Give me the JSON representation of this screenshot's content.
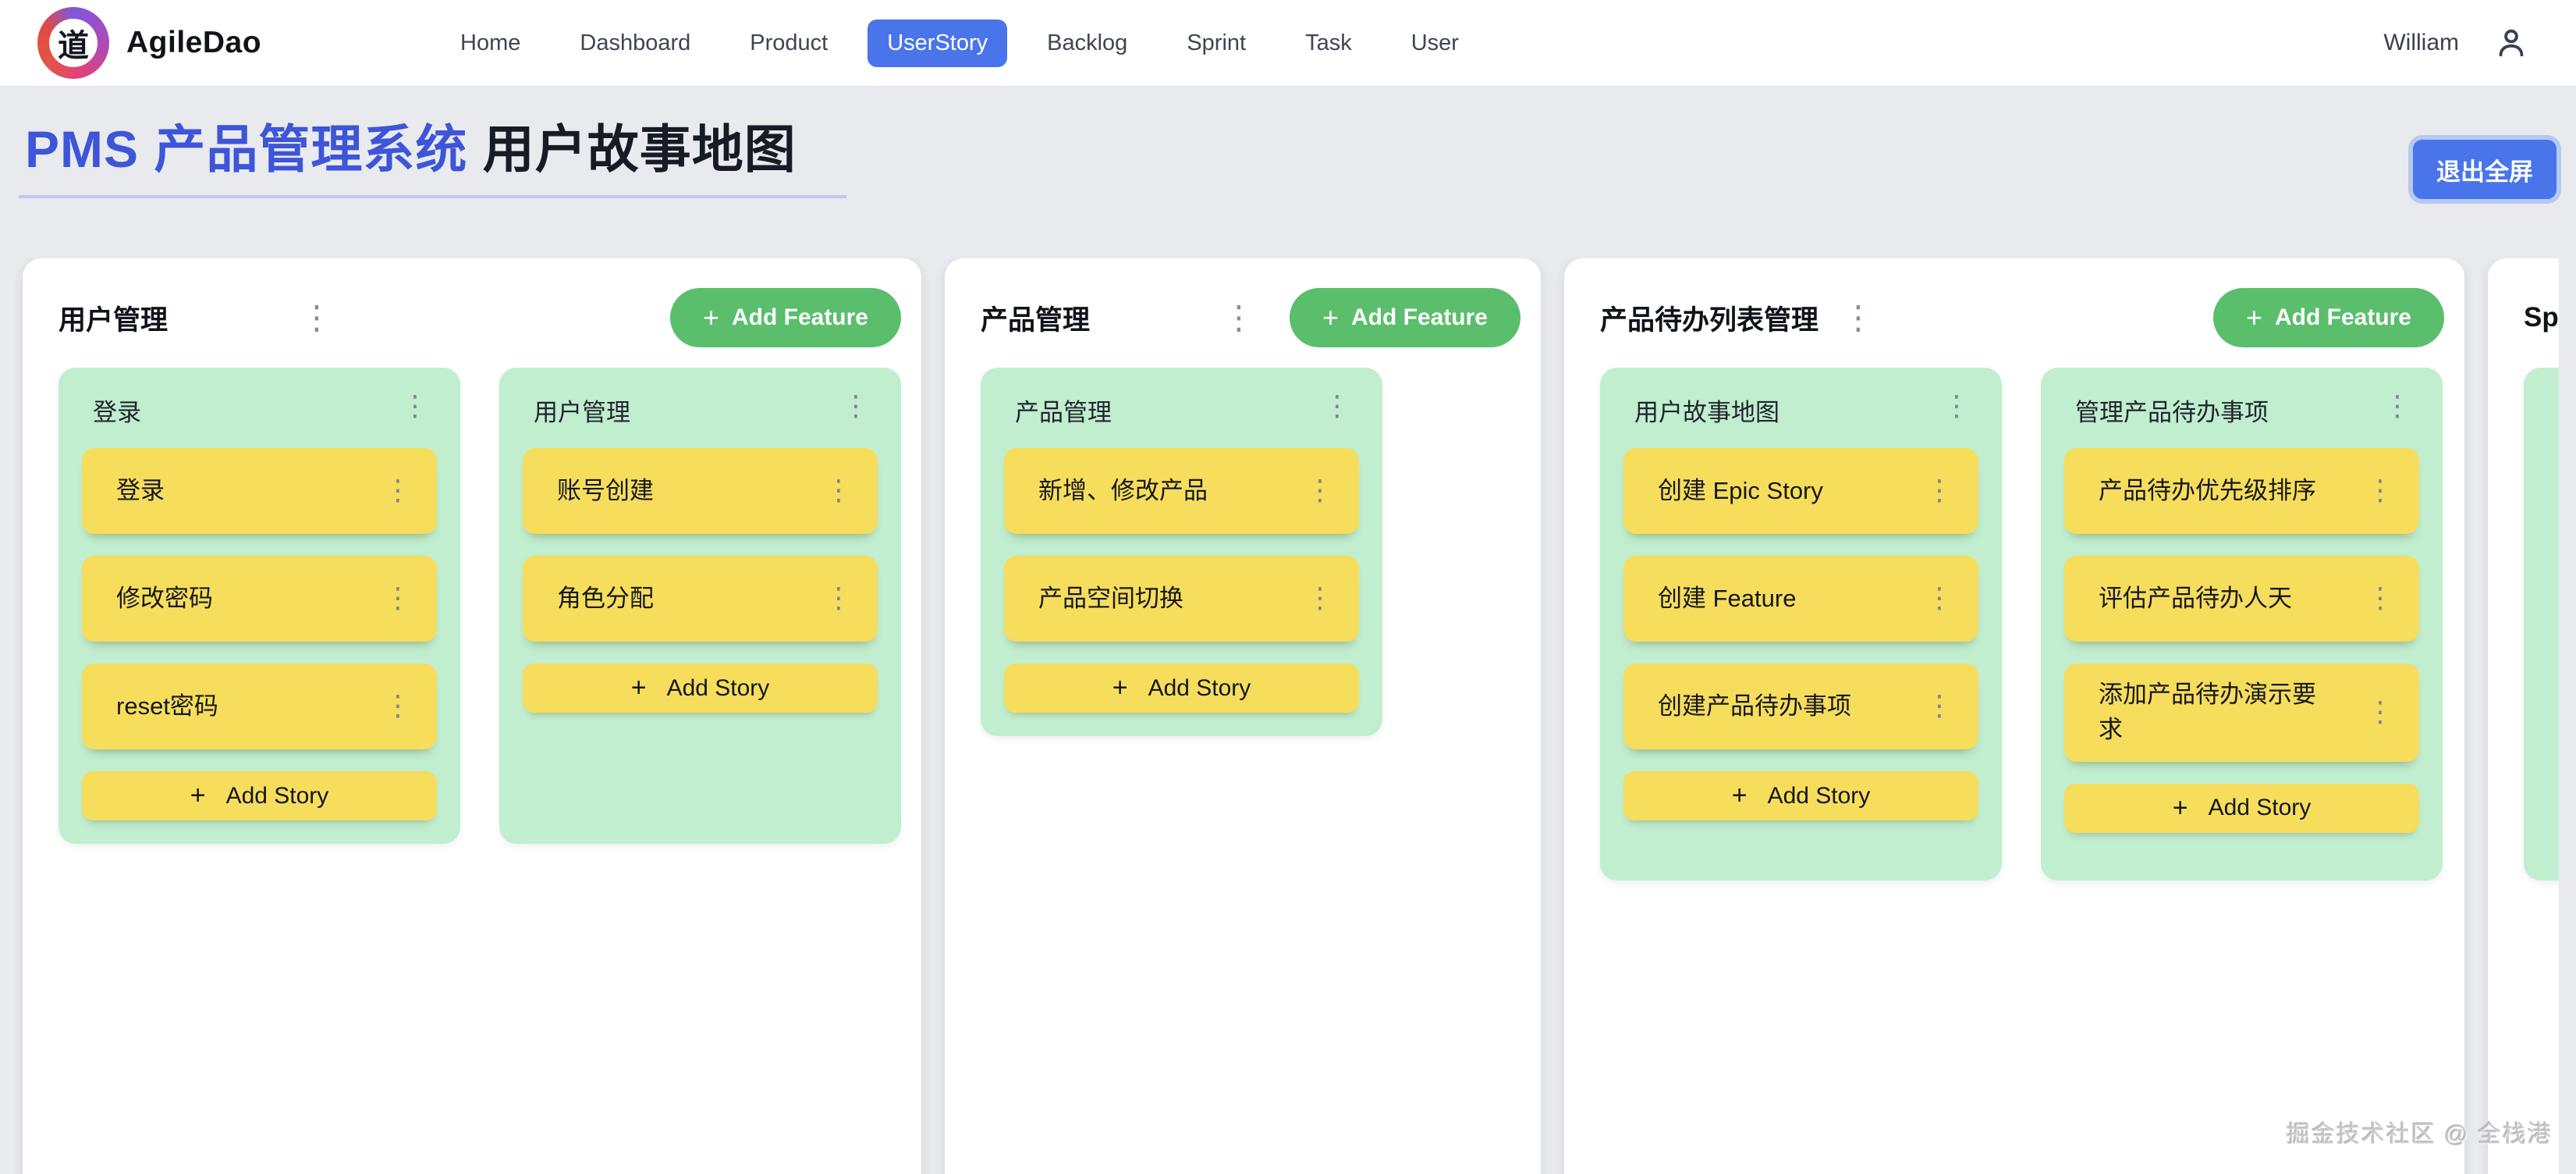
{
  "navbar": {
    "logo_char": "道",
    "brand": "AgileDao",
    "items": [
      {
        "label": "Home",
        "active": false
      },
      {
        "label": "Dashboard",
        "active": false
      },
      {
        "label": "Product",
        "active": false
      },
      {
        "label": "UserStory",
        "active": true
      },
      {
        "label": "Backlog",
        "active": false
      },
      {
        "label": "Sprint",
        "active": false
      },
      {
        "label": "Task",
        "active": false
      },
      {
        "label": "User",
        "active": false
      }
    ],
    "user": "William"
  },
  "hero": {
    "title_primary": "PMS 产品管理系统",
    "title_secondary": "用户故事地图",
    "exit_fullscreen_label": "退出全屏"
  },
  "board": {
    "plus_sign": "+",
    "add_feature_label": "Add Feature",
    "add_story_label": "Add Story",
    "epics": [
      {
        "title": "用户管理",
        "features": [
          {
            "title": "登录",
            "stories": [
              "登录",
              "修改密码",
              "reset密码"
            ]
          },
          {
            "title": "用户管理",
            "stories": [
              "账号创建",
              "角色分配"
            ]
          }
        ]
      },
      {
        "title": "产品管理",
        "features": [
          {
            "title": "产品管理",
            "stories": [
              "新增、修改产品",
              "产品空间切换"
            ]
          }
        ]
      },
      {
        "title": "产品待办列表管理",
        "features": [
          {
            "title": "用户故事地图",
            "stories": [
              "创建 Epic Story",
              "创建 Feature",
              "创建产品待办事项"
            ]
          },
          {
            "title": "管理产品待办事项",
            "stories": [
              "产品待办优先级排序",
              "评估产品待办人天",
              "添加产品待办演示要求"
            ]
          }
        ]
      },
      {
        "title": "Sp",
        "features": [
          {
            "title": "",
            "stories": []
          }
        ]
      }
    ]
  },
  "watermark": "掘金技术社区 @ 全栈港",
  "colors": {
    "page_background": "#e9eaee",
    "navbar_background": "#ffffff",
    "accent_blue": "#4a74e9",
    "title_blue": "#3d55d8",
    "underline_blue": "#bdc9f0",
    "add_feature_green": "#5abe6c",
    "feature_group_mint": "#c0eecf",
    "story_yellow": "#f6dd5c",
    "text_dark": "#171b26",
    "kebab_gray": "#868d98",
    "watermark_gray": "#c9c9c9"
  }
}
